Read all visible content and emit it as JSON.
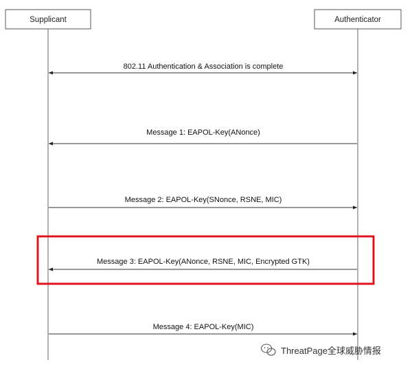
{
  "participants": {
    "left": "Supplicant",
    "right": "Authenticator"
  },
  "messages": [
    {
      "label": "802.11 Authentication & Association is complete",
      "direction": "both"
    },
    {
      "label": "Message 1: EAPOL-Key(ANonce)",
      "direction": "to-left"
    },
    {
      "label": "Message 2: EAPOL-Key(SNonce, RSNE, MIC)",
      "direction": "to-right"
    },
    {
      "label": "Message 3: EAPOL-Key(ANonce, RSNE, MIC, Encrypted GTK)",
      "direction": "to-left",
      "highlighted": true
    },
    {
      "label": "Message 4: EAPOL-Key(MIC)",
      "direction": "to-right"
    }
  ],
  "highlight_color": "#e0141e",
  "watermark": {
    "text": "ThreatPage全球威胁情报",
    "icon": "wechat-icon"
  }
}
